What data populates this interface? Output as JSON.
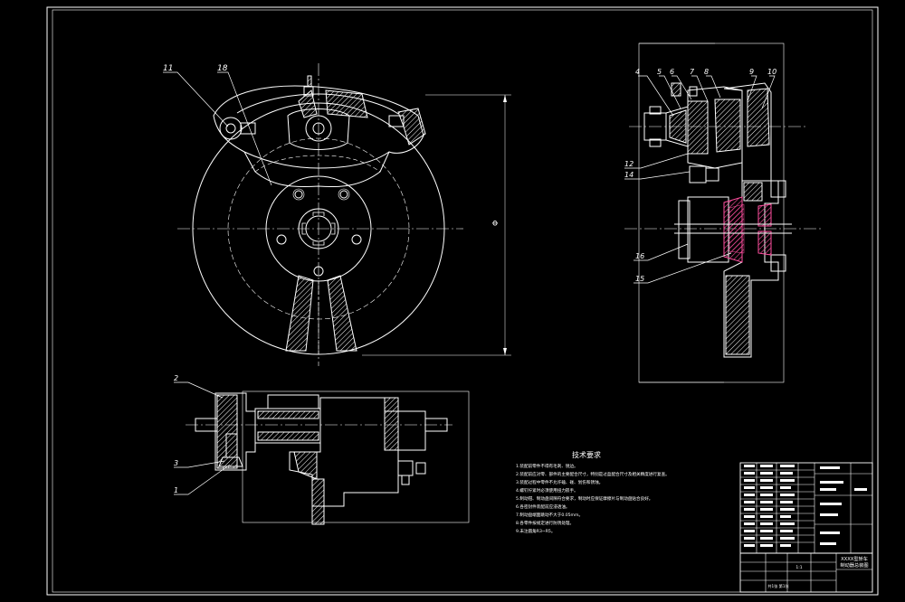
{
  "drawing": {
    "background": "#000000",
    "line_color": "#ffffff",
    "accent_color": "#ff4fa0",
    "frame": "border"
  },
  "front_view": {
    "callouts": [
      "11",
      "18"
    ],
    "dimension_label": "Φ"
  },
  "side_view": {
    "callouts_top": [
      "4",
      "5",
      "6",
      "7",
      "8",
      "9",
      "10"
    ],
    "callouts_left": [
      "12",
      "14",
      "16",
      "15"
    ]
  },
  "bottom_view": {
    "callouts": [
      "2",
      "3",
      "1"
    ]
  },
  "technical_requirements": {
    "title": "技术要求",
    "items": [
      "1.装配前零件不得有毛刺、锐边。",
      "2.装配前应对零、部件的主要配合尺寸，特别是过盈配合尺寸及相关精度进行复查。",
      "3.装配过程中零件不允许磕、碰、划伤和锈蚀。",
      "4.螺钉拧紧时必须使用扭力扳手。",
      "5.制动钳、制动盘间隙符合要求，制动时应保证摩擦片与制动盘贴合良好。",
      "6.各密封件装配前应浸透油。",
      "7.制动盘端面跳动不大于0.05mm。",
      "8.各零件按规定进行防锈处理。",
      "9.未注圆角R3~R5。"
    ]
  },
  "title_block": {
    "drawing_title_line1": "XXXX型轿车",
    "drawing_title_line2": "制动器总装图",
    "scale": "1:1",
    "sheet": "共1张 第1张"
  }
}
